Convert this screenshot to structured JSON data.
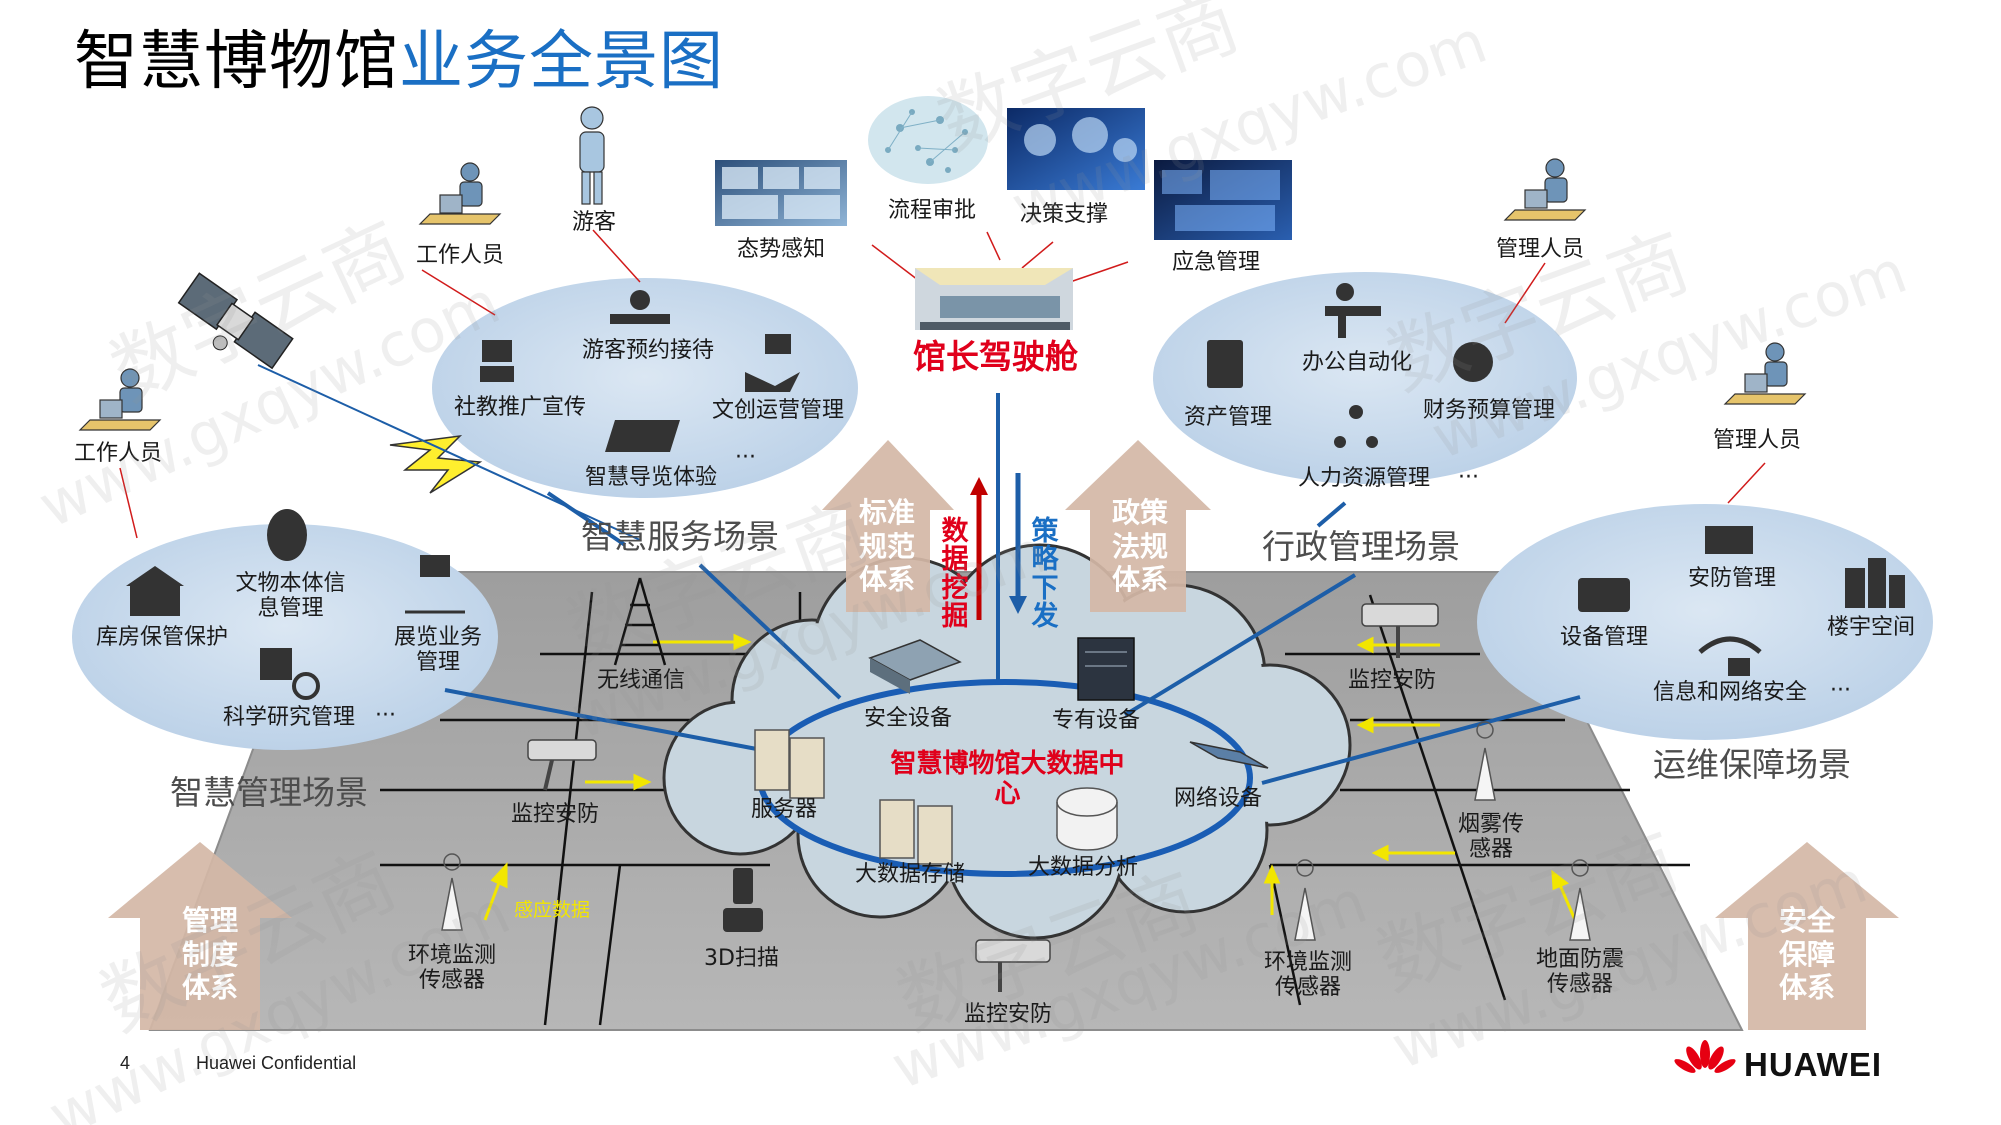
{
  "title": {
    "part1": "智慧博物馆",
    "part2": "业务全景图"
  },
  "center": {
    "line1": "智慧博物馆大数据中",
    "line2": "心"
  },
  "cockpit": "馆长驾驶舱",
  "vertical": {
    "mining": "数据挖掘",
    "policy": "策略下发"
  },
  "pillars": {
    "standard": "标准规范体系",
    "law": "政策法规体系",
    "manage": "管理制度体系",
    "safety": "安全保障体系"
  },
  "scenes": {
    "service": "智慧服务场景",
    "admin": "行政管理场景",
    "manage": "智慧管理场景",
    "ops": "运维保障场景"
  },
  "top_images": {
    "situation": "态势感知",
    "approval": "流程审批",
    "decision": "决策支撑",
    "emergency": "应急管理"
  },
  "people": {
    "staff1": "工作人员",
    "visitor": "游客",
    "staff2": "工作人员",
    "admin1": "管理人员",
    "admin2": "管理人员"
  },
  "service_items": {
    "reception": "游客预约接待",
    "promotion": "社教推广宣传",
    "cultural": "文创运营管理",
    "guide": "智慧导览体验",
    "more": "···"
  },
  "admin_items": {
    "office": "办公自动化",
    "asset": "资产管理",
    "finance": "财务预算管理",
    "hr": "人力资源管理",
    "more": "···"
  },
  "manage_items": {
    "relic": "文物本体信息管理",
    "warehouse": "库房保管保护",
    "exhibition": "展览业务管理",
    "research": "科学研究管理",
    "more": "···"
  },
  "ops_items": {
    "security": "安防管理",
    "device": "设备管理",
    "space": "楼宇空间",
    "network": "信息和网络安全",
    "more": "···"
  },
  "cloud_items": {
    "security_dev": "安全设备",
    "special_dev": "专有设备",
    "server": "服务器",
    "network_dev": "网络设备",
    "storage": "大数据存储",
    "analysis": "大数据分析"
  },
  "field_items": {
    "wireless": "无线通信",
    "monitor1": "监控安防",
    "monitor2": "监控安防",
    "monitor3": "监控安防",
    "smoke": "烟雾传感器",
    "env1": "环境监测传感器",
    "env2": "环境监测传感器",
    "quake": "地面防震传感器",
    "scan": "3D扫描",
    "sensing": "感应数据"
  },
  "footer": {
    "page": "4",
    "confidential": "Huawei Confidential",
    "brand": "HUAWEI"
  },
  "watermark": {
    "cn": "数字云商",
    "url": "www.gxqyw.com"
  },
  "colors": {
    "blue": "#1a6fc4",
    "red": "#e0001b",
    "bubble": "#c9dbed",
    "platform": "#a6a6a6",
    "pillar": "#d5b9a7",
    "line": "#1d5ea8"
  }
}
